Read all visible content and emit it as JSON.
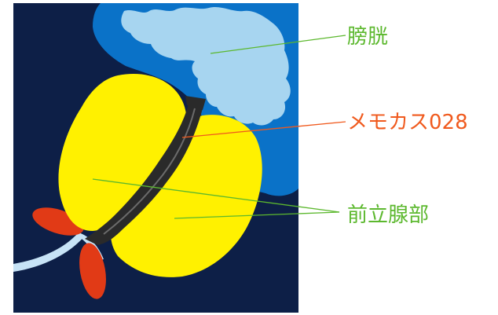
{
  "labels": {
    "bladder": "膀胱",
    "device": "メモカス028",
    "prostate": "前立腺部"
  },
  "colors": {
    "background_dark": "#0d1f47",
    "bladder_outer": "#0a72c8",
    "bladder_inner": "#a7d5f0",
    "prostate": "#fff100",
    "stent": "#2a2a2a",
    "urethra": "#c7e3f6",
    "red_tissue": "#e13a16",
    "label_green": "#5cb82e",
    "label_orange": "#f05a1e"
  }
}
